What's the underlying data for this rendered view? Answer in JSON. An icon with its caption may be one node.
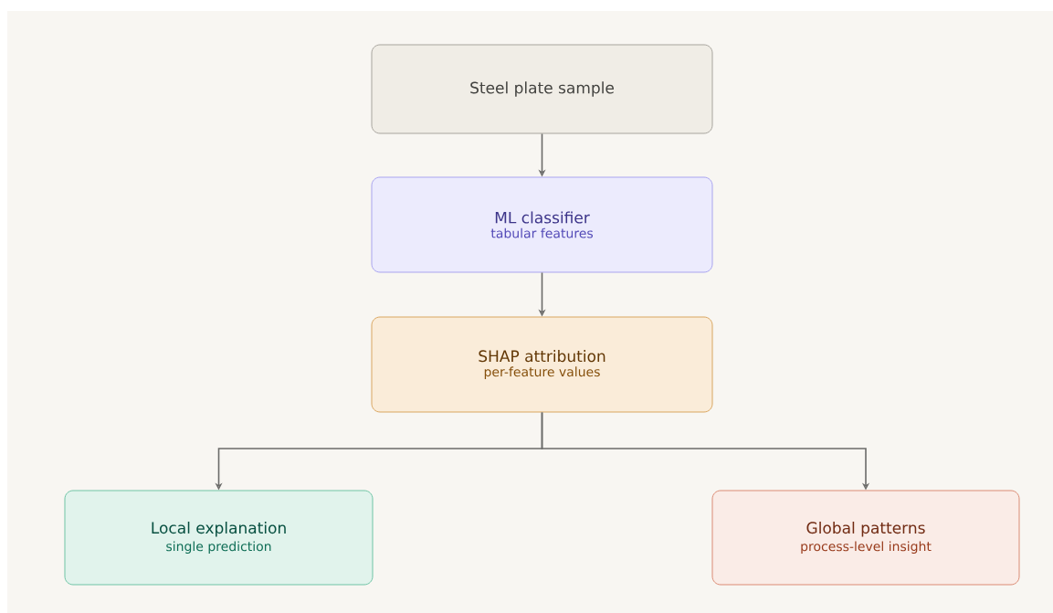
{
  "diagram": {
    "nodes": [
      {
        "text": [
          "Steel plate sample"
        ]
      },
      {
        "text": [
          "ML classifier",
          "tabular features"
        ]
      },
      {
        "text": [
          "SHAP attribution",
          "per-feature values"
        ]
      },
      {
        "text": [
          "Local explanation",
          "single prediction"
        ]
      },
      {
        "text": [
          "Global patterns",
          "process-level insight"
        ]
      }
    ],
    "edges": [
      {
        "from": 0,
        "to": 1,
        "arrow": "to"
      },
      {
        "from": 1,
        "to": 2,
        "arrow": "to"
      },
      {
        "from": 2,
        "to": 3,
        "arrow": "to"
      },
      {
        "from": 2,
        "to": 4,
        "arrow": "to"
      }
    ]
  }
}
